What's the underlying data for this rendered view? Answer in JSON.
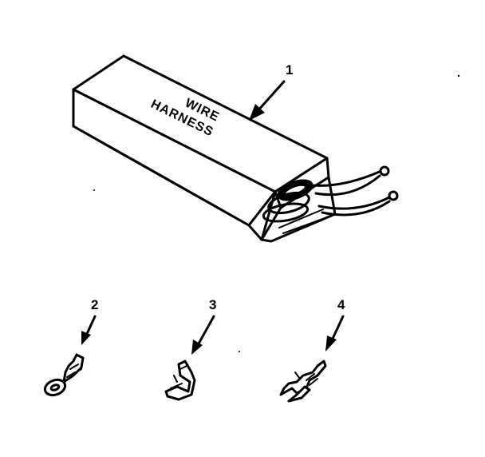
{
  "parts": [
    {
      "callout": "1",
      "name": "wire harness kit box"
    },
    {
      "callout": "2",
      "name": "ring terminal"
    },
    {
      "callout": "3",
      "name": "flag terminal"
    },
    {
      "callout": "4",
      "name": "spade terminal"
    }
  ],
  "box_label": {
    "line1": "WIRE",
    "line2": "HARNESS"
  },
  "colors": {
    "ink": "#000000",
    "paper": "#ffffff"
  }
}
